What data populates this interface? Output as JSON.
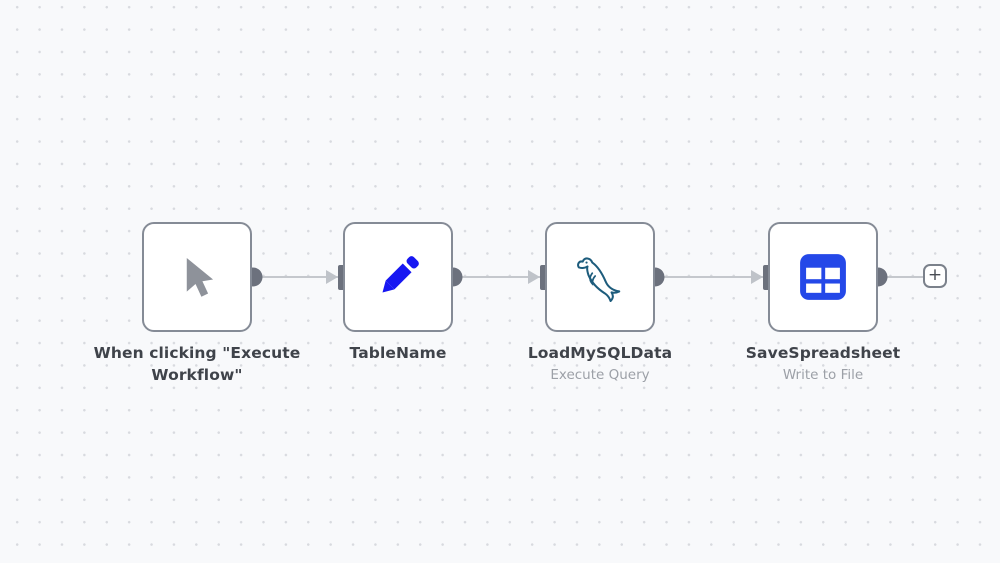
{
  "canvas": {
    "type": "workflow-editor-canvas",
    "background_color": "#f8f9fb",
    "grid_dot_color": "#d8dadf"
  },
  "nodes": [
    {
      "name": "When clicking \"Execute Workflow\"",
      "subtitle": "",
      "icon": "cursor-icon",
      "icon_color": "#8e929a",
      "role": "trigger"
    },
    {
      "name": "TableName",
      "subtitle": "",
      "icon": "pencil-icon",
      "icon_color": "#1717f2",
      "role": "set-fields"
    },
    {
      "name": "LoadMySQLData",
      "subtitle": "Execute Query",
      "icon": "mysql-dolphin-icon",
      "icon_color": "#1d5c7c",
      "role": "mysql"
    },
    {
      "name": "SaveSpreadsheet",
      "subtitle": "Write to File",
      "icon": "spreadsheet-icon",
      "icon_color": "#2448e8",
      "role": "spreadsheet-file"
    }
  ],
  "connections": {
    "line_color": "#c5c8cd",
    "endpoint_color": "#6c717d",
    "count": 4
  },
  "plus_button": {
    "label": "+"
  }
}
